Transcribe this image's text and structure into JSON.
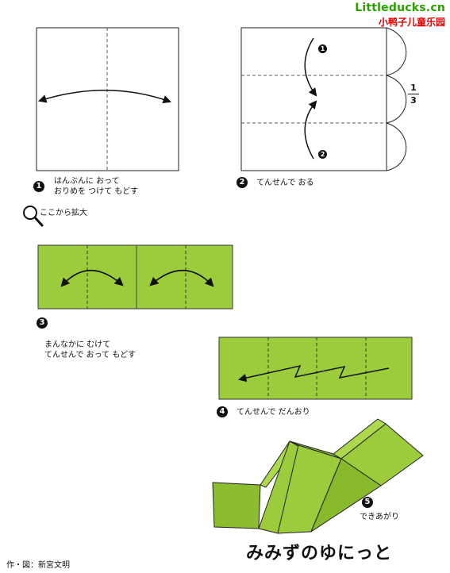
{
  "header": {
    "site_name": "Littleducks.cn",
    "site_subtitle": "小鸭子儿童乐园"
  },
  "steps": [
    {
      "number": "1",
      "line1": "はんぶんに おって",
      "line2": "おりめを つけて もどす"
    },
    {
      "number": "2",
      "line1": "てんせんで おる",
      "sub_marker_top": "1",
      "sub_marker_bottom": "2",
      "fraction_num": "1",
      "fraction_den": "3"
    },
    {
      "number": "3",
      "line1": "まんなかに むけて",
      "line2": "てんせんで おって もどす"
    },
    {
      "number": "4",
      "line1": "てんせんで だんおり"
    },
    {
      "number": "5",
      "line1": "できあがり"
    }
  ],
  "zoom": {
    "label": "ここから拡大",
    "icon": "magnifier-icon"
  },
  "title": "みみずのゆにっと",
  "credit": "作・図：新宮文明",
  "colors": {
    "paper_green": "#9ccc3c",
    "outline": "#222222",
    "background": "#ffffff"
  }
}
